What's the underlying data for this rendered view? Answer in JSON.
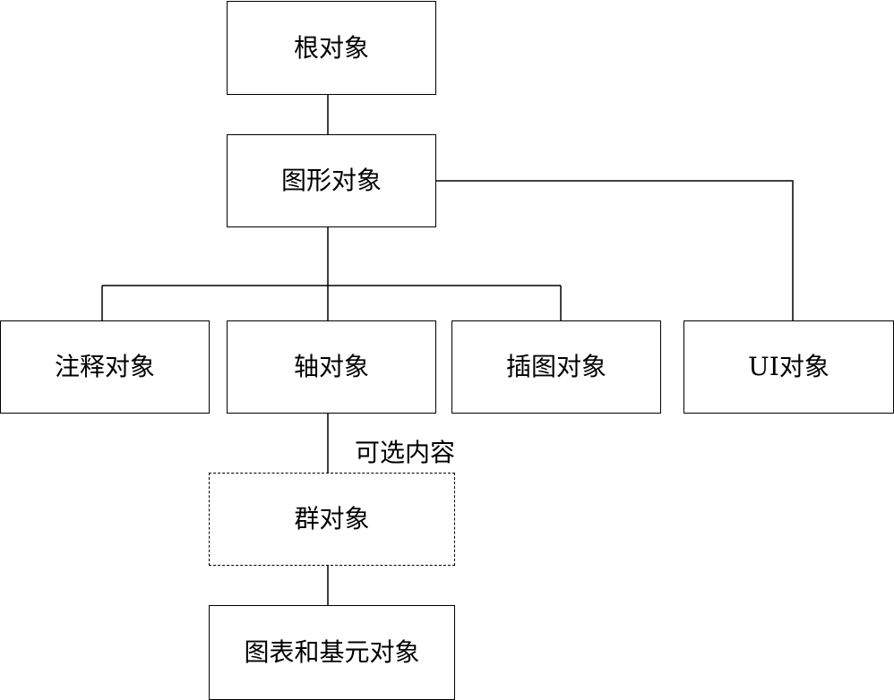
{
  "nodes": {
    "root": "根对象",
    "graphics": "图形对象",
    "annotation": "注释对象",
    "axes": "轴对象",
    "illustration": "插图对象",
    "ui": "UI对象",
    "group": "群对象",
    "chart_primitives": "图表和基元对象"
  },
  "annotation": "可选内容"
}
